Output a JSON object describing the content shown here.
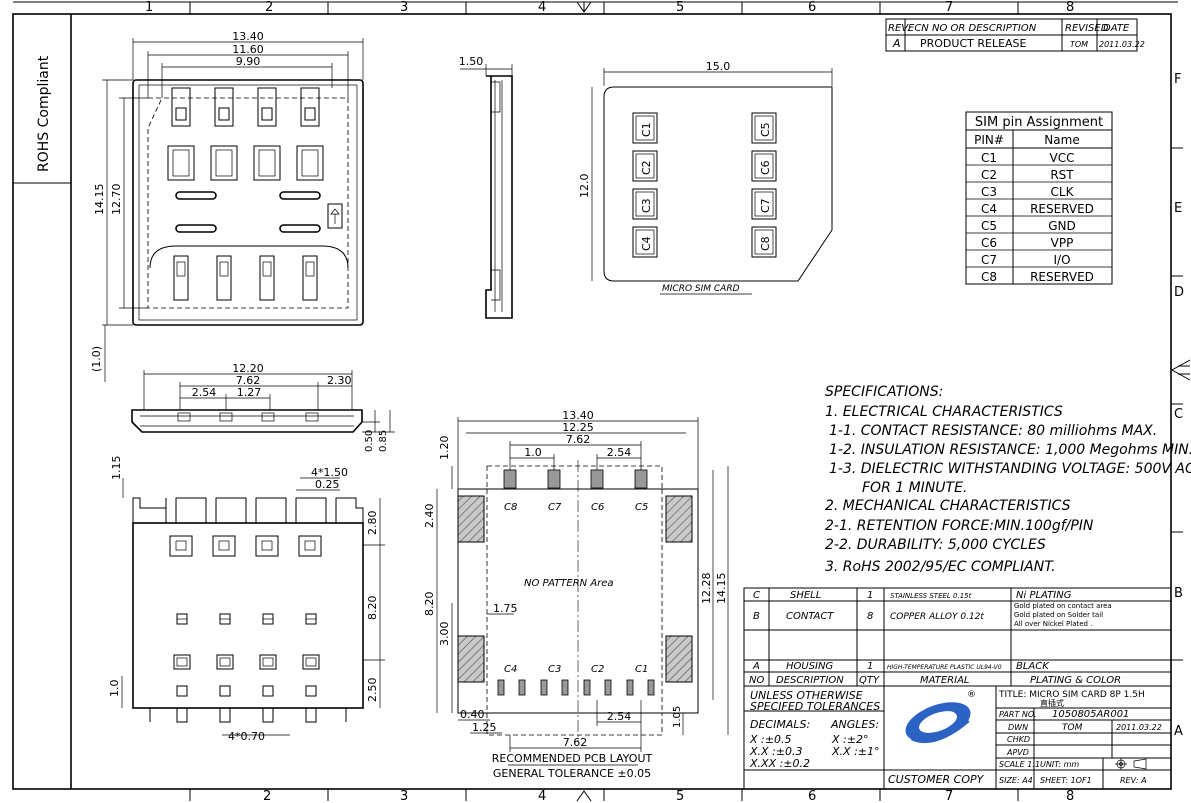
{
  "frame": {
    "top_numbers": [
      "1",
      "2",
      "3",
      "4",
      "5",
      "6",
      "7",
      "8"
    ],
    "bottom_numbers": [
      "2",
      "3",
      "4",
      "5",
      "6",
      "7",
      "8"
    ],
    "right_letters": [
      "F",
      "E",
      "D",
      "C",
      "B",
      "A"
    ]
  },
  "rohs_label": "ROHS Compliant",
  "revision": {
    "headers": [
      "REV.",
      "ECN NO OR DESCRIPTION",
      "REVISED",
      "DATE"
    ],
    "row": [
      "A",
      "PRODUCT RELEASE",
      "TOM",
      "2011.03.22"
    ]
  },
  "sim_pins": {
    "title": "SIM pin Assignment",
    "headers": [
      "PIN#",
      "Name"
    ],
    "rows": [
      [
        "C1",
        "VCC"
      ],
      [
        "C2",
        "RST"
      ],
      [
        "C3",
        "CLK"
      ],
      [
        "C4",
        "RESERVED"
      ],
      [
        "C5",
        "GND"
      ],
      [
        "C6",
        "VPP"
      ],
      [
        "C7",
        "I/O"
      ],
      [
        "C8",
        "RESERVED"
      ]
    ]
  },
  "top_view": {
    "dims": {
      "w1": "13.40",
      "w2": "11.60",
      "w3": "9.90",
      "h1": "14.15",
      "h2": "12.70",
      "d1": "(1.0)"
    }
  },
  "side_view": {
    "dim": "1.50"
  },
  "micro_sim": {
    "width": "15.0",
    "height": "12.0",
    "label": "MICRO SIM CARD",
    "contacts_left": [
      "C1",
      "C2",
      "C3",
      "C4"
    ],
    "contacts_right": [
      "C5",
      "C6",
      "C7",
      "C8"
    ]
  },
  "front_view": {
    "dims": {
      "w": "12.20",
      "a": "7.62",
      "b": "2.54",
      "c": "1.27",
      "d": "2.30",
      "h1": "0.50",
      "h2": "0.85"
    }
  },
  "bottom_view": {
    "dims": {
      "top": "1.15",
      "pitch": "4*1.50",
      "p2": "0.25",
      "r1": "2.80",
      "r2": "8.20",
      "r3": "2.50",
      "l1": "1.0",
      "bottom": "4*0.70"
    }
  },
  "pcb": {
    "dims": {
      "w1": "13.40",
      "w2": "12.25",
      "w3": "7.62",
      "w4": "1.0",
      "w5": "2.54",
      "h1": "1.20",
      "h2": "2.40",
      "h3": "8.20",
      "h4": "3.00",
      "h5": "1.75",
      "h6": "12.28",
      "h7": "14.15",
      "h8": "1.05",
      "b1": "0.40",
      "b2": "1.25",
      "b3": "2.54",
      "b4": "7.62"
    },
    "top_labels": [
      "C8",
      "C7",
      "C6",
      "C5"
    ],
    "bottom_labels": [
      "C4",
      "C3",
      "C2",
      "C1"
    ],
    "no_pattern": "NO PATTERN Area",
    "title": "RECOMMENDED PCB LAYOUT",
    "tolerance": "GENERAL TOLERANCE ±0.05"
  },
  "specs": [
    "SPECIFICATIONS:",
    "1. ELECTRICAL CHARACTERISTICS",
    "1-1. CONTACT RESISTANCE: 80 milliohms MAX.",
    "1-2. INSULATION RESISTANCE: 1,000 Megohms MIN.",
    "1-3. DIELECTRIC WITHSTANDING VOLTAGE: 500V AC",
    "FOR 1 MINUTE.",
    "2. MECHANICAL CHARACTERISTICS",
    "2-1. RETENTION FORCE:MIN.100gf/PIN",
    "2-2. DURABILITY: 5,000 CYCLES",
    "3. RoHS 2002/95/EC COMPLIANT."
  ],
  "bom": {
    "rows": [
      [
        "C",
        "SHELL",
        "1",
        "STAINLESS STEEL 0.15t",
        "Ni PLATING"
      ],
      [
        "B",
        "CONTACT",
        "8",
        "COPPER ALLOY 0.12t",
        "Gold plated on contact area|Gold plated on Solder tail|All over Nickel Plated ."
      ],
      [
        "A",
        "HOUSING",
        "1",
        "HIGH-TEMPERATURE PLASTIC UL94-V0",
        "BLACK"
      ]
    ],
    "headers": [
      "NO",
      "DESCRIPTION",
      "QTY",
      "MATERIAL",
      "PLATING & COLOR"
    ]
  },
  "title_block": {
    "tol1": "UNLESS OTHERWISE",
    "tol2": "SPECIFED TOLERANCES",
    "decimals": "DECIMALS:",
    "angles": "ANGLES:",
    "x": "X    :±0.5",
    "xx": "X.X  :±0.3",
    "xxx": "X.XX :±0.2",
    "ax": "X  :±2°",
    "axx": "X.X :±1°",
    "title_label": "TITLE: MICRO SIM CARD 8P 1.5H",
    "title_sub": "直插式",
    "part_no_label": "PART NO.",
    "part_no": "1050805AR001",
    "dwn_label": "DWN",
    "dwn": "TOM",
    "dwn_date": "2011.03.22",
    "chkd_label": "CHKD",
    "apvd_label": "APVD",
    "scale": "SCALE 1:1",
    "unit": "UNIT:  mm",
    "size": "SIZE: A4",
    "sheet": "SHEET: 1OF1",
    "rev": "REV: A",
    "customer_copy": "CUSTOMER COPY",
    "logo_mark": "®"
  }
}
